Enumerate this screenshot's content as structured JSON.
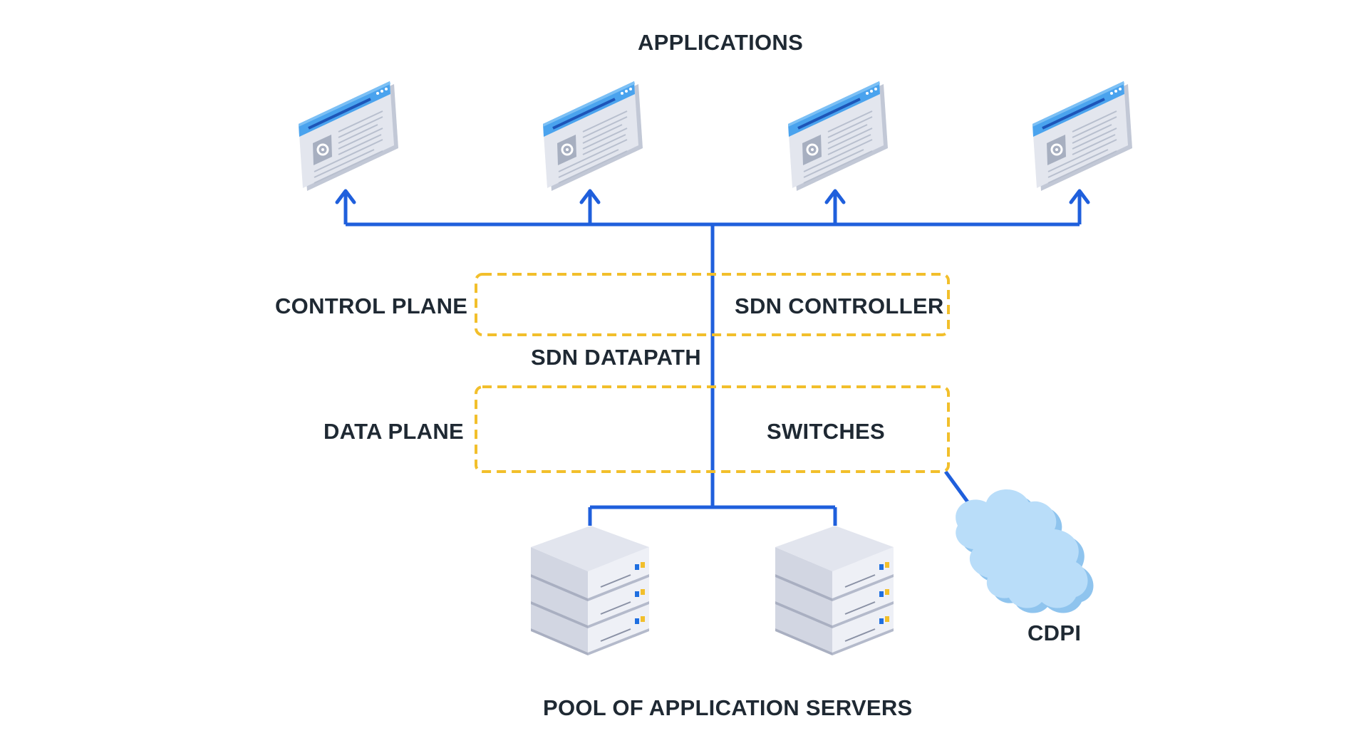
{
  "labels": {
    "applications": "APPLICATIONS",
    "control_plane": "CONTROL PLANE",
    "sdn_controller": "SDN CONTROLLER",
    "sdn_datapath": "SDN DATAPATH",
    "data_plane": "DATA PLANE",
    "switches": "SWITCHES",
    "cdpi": "CDPI",
    "servers": "POOL OF APPLICATION SERVERS"
  },
  "colors": {
    "connector": "#1f5fdc",
    "plane_border": "#f2bf2b",
    "window_frame": "#d9dde8",
    "window_header": "#4aa3ee",
    "server_body": "#dfe3ee",
    "server_led_blue": "#1f6fe0",
    "server_led_yellow": "#f2bf2b",
    "cloud": "#b9ddf9",
    "text": "#1f2933"
  },
  "icons": {
    "application": "app-window-icon",
    "server": "server-stack-icon",
    "cloud": "cloud-icon"
  }
}
